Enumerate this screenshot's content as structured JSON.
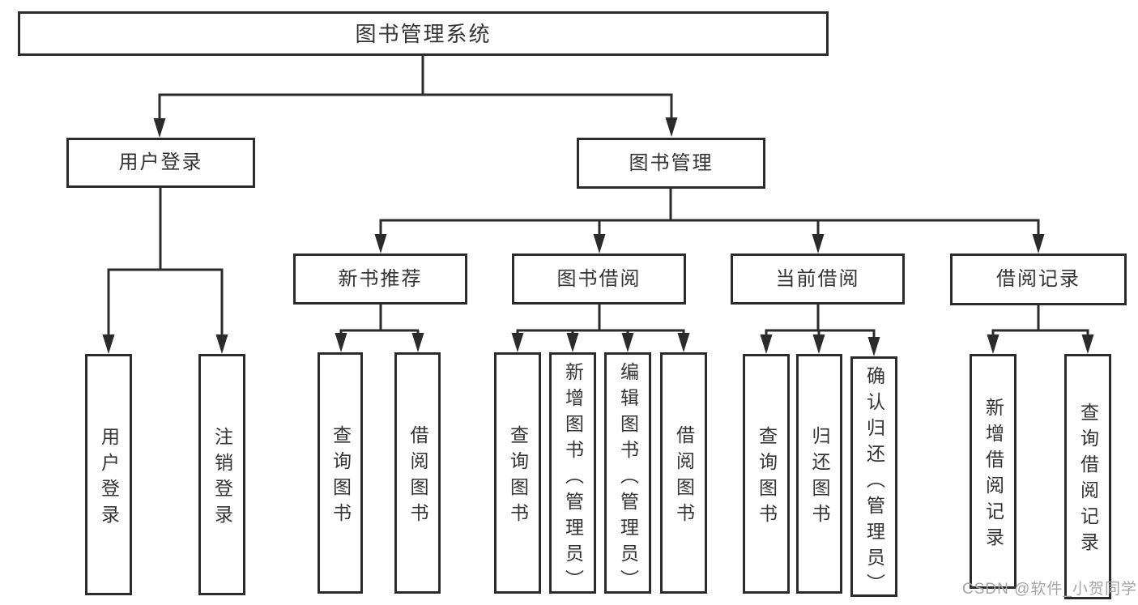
{
  "tree": {
    "root": {
      "label": "图书管理系统"
    },
    "user_login": {
      "label": "用户登录",
      "children": [
        {
          "label": "用户登录"
        },
        {
          "label": "注销登录"
        }
      ]
    },
    "book_mgmt": {
      "label": "图书管理",
      "sections": [
        {
          "label": "新书推荐",
          "children": [
            {
              "label": "查询图书"
            },
            {
              "label": "借阅图书"
            }
          ]
        },
        {
          "label": "图书借阅",
          "children": [
            {
              "label": "查询图书"
            },
            {
              "label": "新增图书（管理员）"
            },
            {
              "label": "编辑图书（管理员）"
            },
            {
              "label": "借阅图书"
            }
          ]
        },
        {
          "label": "当前借阅",
          "children": [
            {
              "label": "查询图书"
            },
            {
              "label": "归还图书"
            },
            {
              "label": "确认归还（管理员）"
            }
          ]
        },
        {
          "label": "借阅记录",
          "children": [
            {
              "label": "新增借阅记录"
            },
            {
              "label": "查询借阅记录"
            }
          ]
        }
      ]
    }
  },
  "watermark": "CSDN @软件_小贺同学",
  "colors": {
    "line": "#2b2b2b",
    "ink": "#333333",
    "watermark": "#a5a5a9",
    "bg": "#ffffff"
  }
}
